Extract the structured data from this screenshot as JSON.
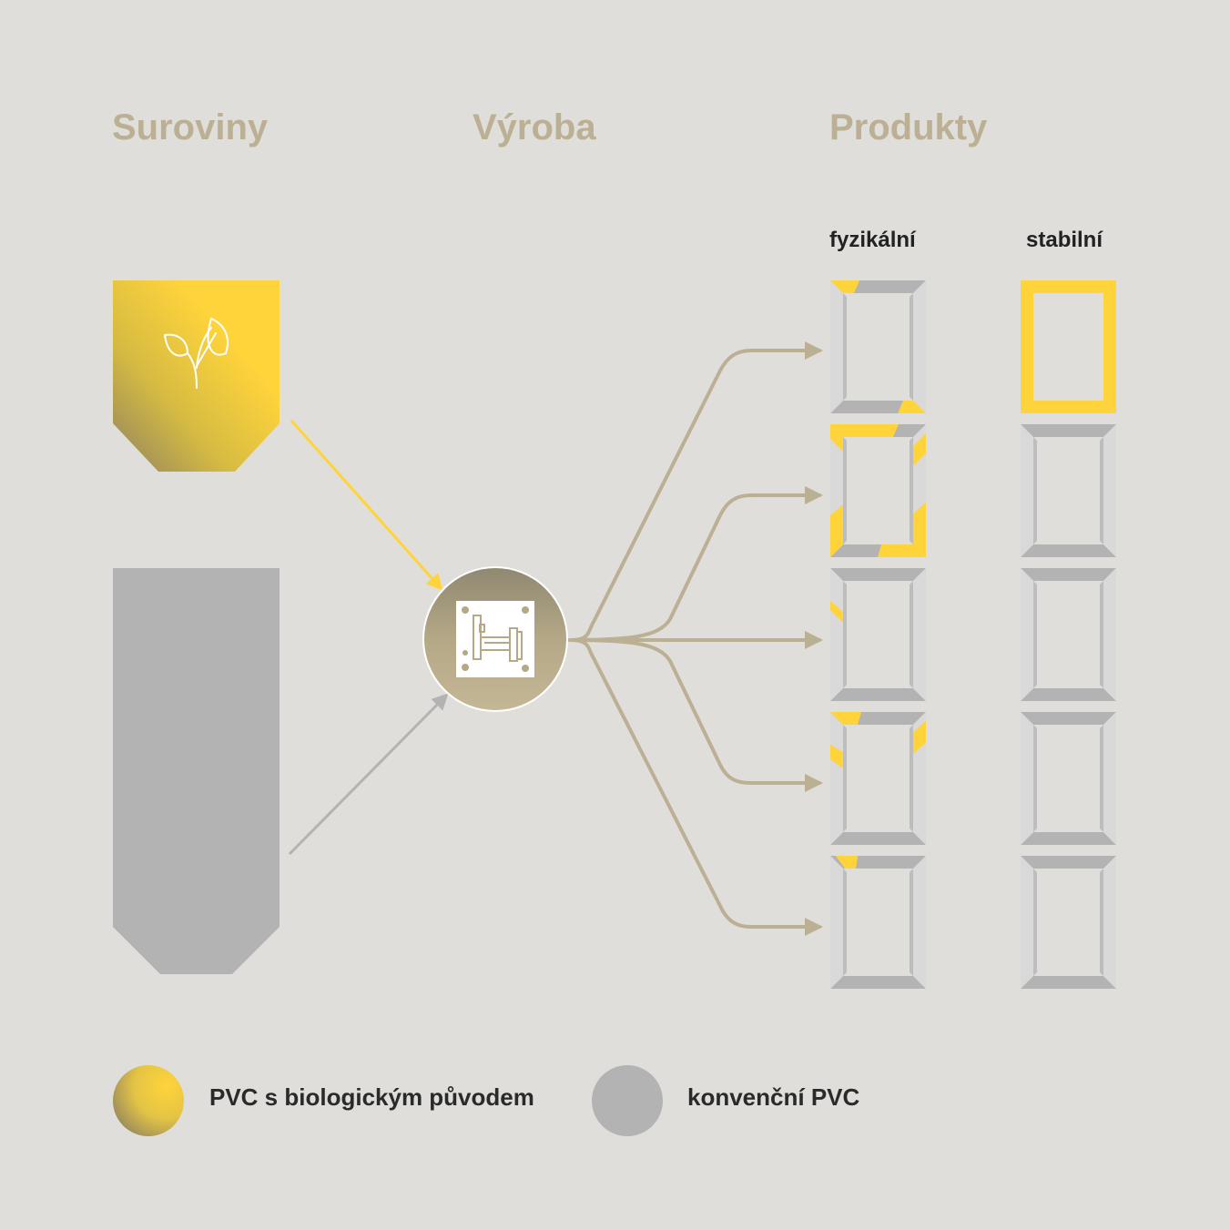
{
  "colors": {
    "background": "#dfdeda",
    "heading": "#bcb094",
    "bio": "#ffd43b",
    "bio_dark": "#8f8360",
    "conventional": "#b3b3b3",
    "frame_light": "#d9d9d9",
    "frame_mid": "#bdbdbd",
    "arrow_flow": "#bcb094",
    "arrow_bio": "#ffd43b",
    "arrow_conventional": "#b3b3b3",
    "machine_circle": "#b4a886"
  },
  "headings": {
    "raw_materials": "Suroviny",
    "production": "Výroba",
    "products": "Produkty"
  },
  "product_columns": {
    "physical": "fyzikální",
    "stable": "stabilní"
  },
  "icons": {
    "bio_silo": "sprout-icon",
    "production": "extrusion-machine-icon"
  },
  "legend": {
    "bio_label": "PVC s biologickým původem",
    "conventional_label": "konvenční PVC"
  }
}
